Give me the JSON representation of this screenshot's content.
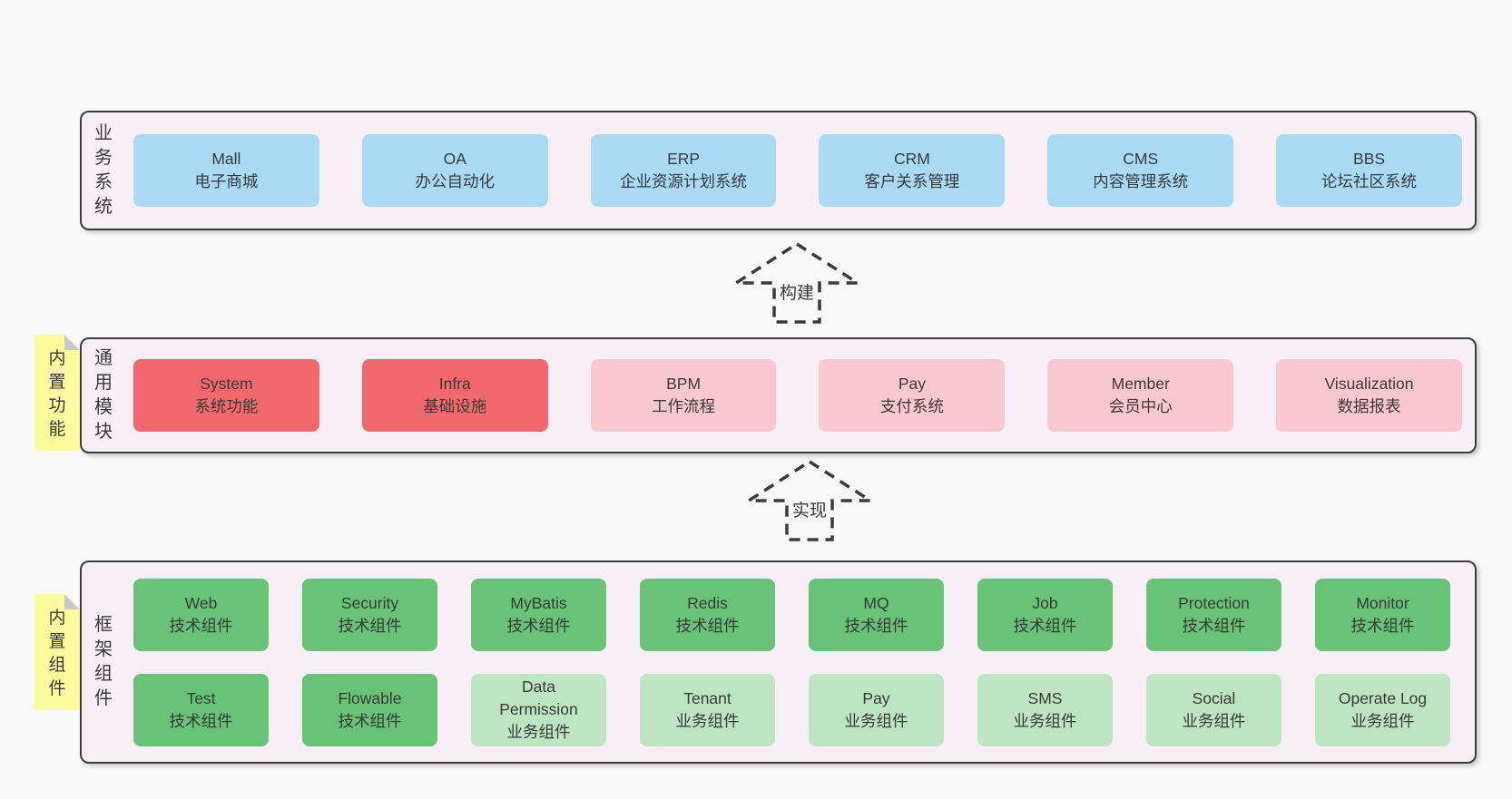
{
  "business": {
    "label": "业务系统",
    "boxes": [
      {
        "en": "Mall",
        "zh": "电子商城"
      },
      {
        "en": "OA",
        "zh": "办公自动化"
      },
      {
        "en": "ERP",
        "zh": "企业资源计划系统"
      },
      {
        "en": "CRM",
        "zh": "客户关系管理"
      },
      {
        "en": "CMS",
        "zh": "内容管理系统"
      },
      {
        "en": "BBS",
        "zh": "论坛社区系统"
      }
    ]
  },
  "build_arrow": {
    "label": "构建"
  },
  "modules": {
    "label": "通用模块",
    "sticky": "内置功能",
    "boxes": [
      {
        "en": "System",
        "zh": "系统功能"
      },
      {
        "en": "Infra",
        "zh": "基础设施"
      },
      {
        "en": "BPM",
        "zh": "工作流程"
      },
      {
        "en": "Pay",
        "zh": "支付系统"
      },
      {
        "en": "Member",
        "zh": "会员中心"
      },
      {
        "en": "Visualization",
        "zh": "数据报表"
      }
    ]
  },
  "implement_arrow": {
    "label": "实现"
  },
  "framework": {
    "label": "框架组件",
    "sticky": "内置组件",
    "row1": [
      {
        "en": "Web",
        "zh": "技术组件"
      },
      {
        "en": "Security",
        "zh": "技术组件"
      },
      {
        "en": "MyBatis",
        "zh": "技术组件"
      },
      {
        "en": "Redis",
        "zh": "技术组件"
      },
      {
        "en": "MQ",
        "zh": "技术组件"
      },
      {
        "en": "Job",
        "zh": "技术组件"
      },
      {
        "en": "Protection",
        "zh": "技术组件"
      },
      {
        "en": "Monitor",
        "zh": "技术组件"
      }
    ],
    "row2": [
      {
        "en": "Test",
        "zh": "技术组件"
      },
      {
        "en": "Flowable",
        "zh": "技术组件"
      },
      {
        "en": "Data Permission",
        "zh": "业务组件"
      },
      {
        "en": "Tenant",
        "zh": "业务组件"
      },
      {
        "en": "Pay",
        "zh": "业务组件"
      },
      {
        "en": "SMS",
        "zh": "业务组件"
      },
      {
        "en": "Social",
        "zh": "业务组件"
      },
      {
        "en": "Operate Log",
        "zh": "业务组件"
      }
    ]
  },
  "colors": {
    "page_bg": "#f8f8f8",
    "band_bg": "#f8eef6",
    "band_border": "#3c3c3c",
    "blue": "#a8daf4",
    "red": "#f2686c",
    "pink": "#fac7d0",
    "green_dark": "#68c377",
    "green_light": "#bee5c2",
    "sticky_yellow": "#fbfa9c",
    "sticky_fold": "#c8c8c8",
    "text": "#3a3a3a"
  }
}
